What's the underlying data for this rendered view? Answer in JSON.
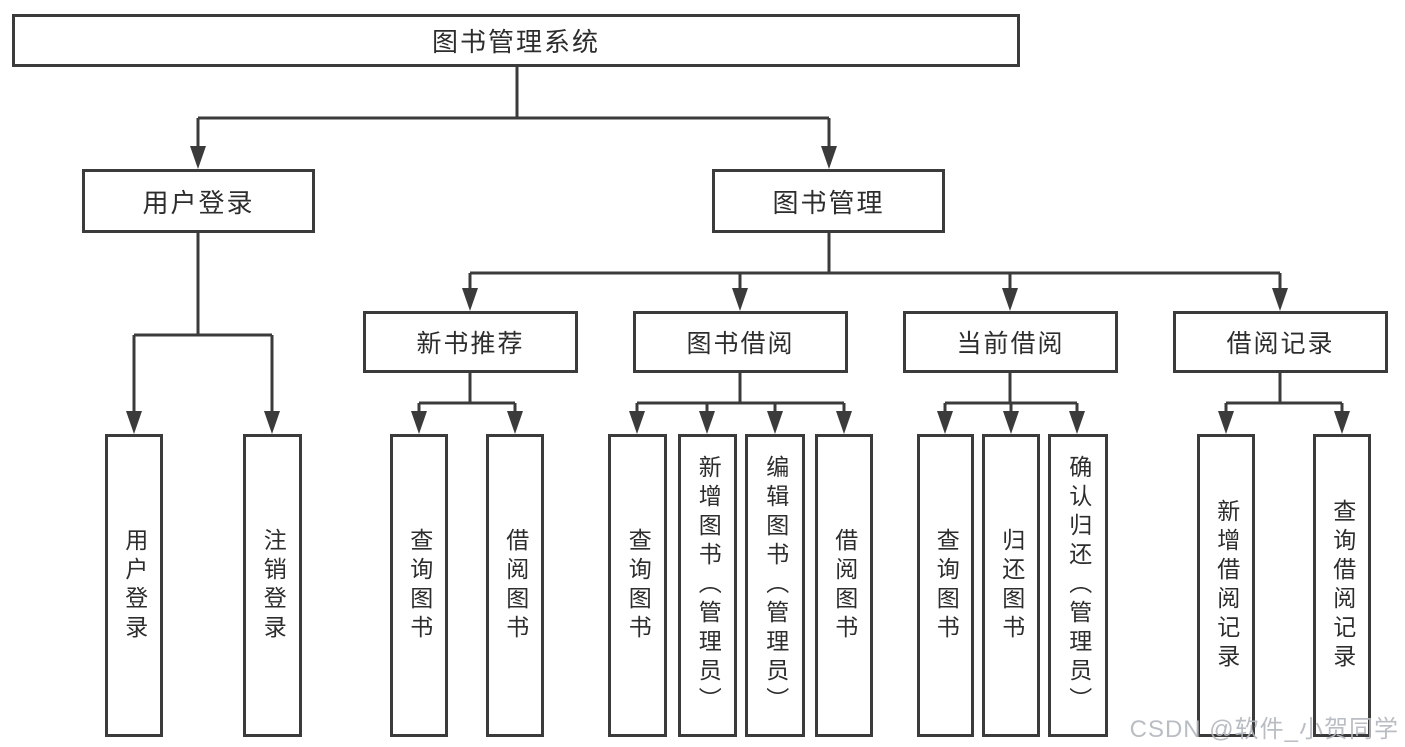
{
  "diagram": {
    "title": "图书管理系统",
    "branches": [
      {
        "label": "用户登录",
        "children": [
          {
            "label": "用户登录"
          },
          {
            "label": "注销登录"
          }
        ]
      },
      {
        "label": "图书管理",
        "children": [
          {
            "label": "新书推荐",
            "children": [
              {
                "label": "查询图书"
              },
              {
                "label": "借阅图书"
              }
            ]
          },
          {
            "label": "图书借阅",
            "children": [
              {
                "label": "查询图书"
              },
              {
                "label": "新增图书（管理员）"
              },
              {
                "label": "编辑图书（管理员）"
              },
              {
                "label": "借阅图书"
              }
            ]
          },
          {
            "label": "当前借阅",
            "children": [
              {
                "label": "查询图书"
              },
              {
                "label": "归还图书"
              },
              {
                "label": "确认归还（管理员）"
              }
            ]
          },
          {
            "label": "借阅记录",
            "children": [
              {
                "label": "新增借阅记录"
              },
              {
                "label": "查询借阅记录"
              }
            ]
          }
        ]
      }
    ]
  },
  "watermark": {
    "text": "CSDN @软件_小贺同学"
  },
  "colors": {
    "line": "#3b3b3b",
    "text": "#2d2d2d",
    "background": "#ffffff",
    "watermark": "#b4b8bf"
  }
}
